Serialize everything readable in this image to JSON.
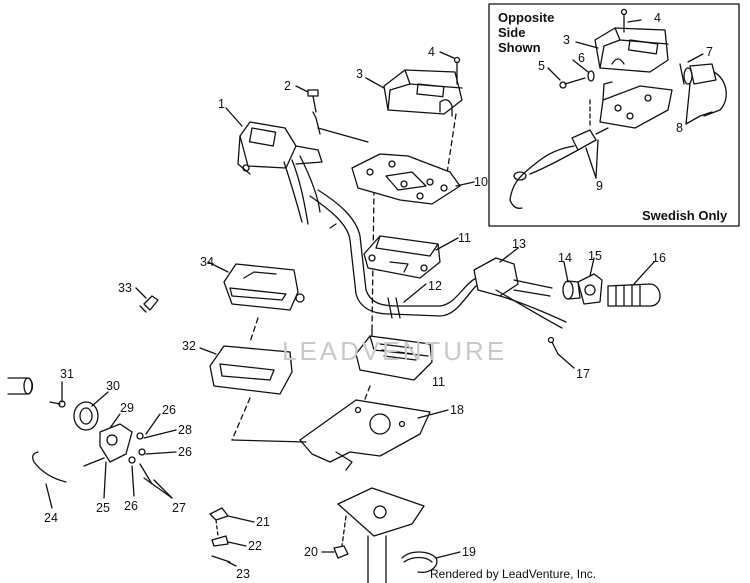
{
  "inset": {
    "title_lines": [
      "Opposite",
      "Side",
      "Shown"
    ],
    "footer": "Swedish Only"
  },
  "watermark": "LEADVENTURE",
  "credit": "Rendered by LeadVenture, Inc.",
  "callouts": [
    "1",
    "2",
    "3",
    "4",
    "10",
    "11",
    "12",
    "13",
    "14",
    "15",
    "16",
    "17",
    "18",
    "19",
    "20",
    "21",
    "22",
    "23",
    "24",
    "25",
    "26",
    "27",
    "28",
    "29",
    "30",
    "31",
    "32",
    "33",
    "34",
    "11b"
  ],
  "callout_text": {
    "1": "1",
    "2": "2",
    "3": "3",
    "4": "4",
    "10": "10",
    "11": "11",
    "11b": "11",
    "12": "12",
    "13": "13",
    "14": "14",
    "15": "15",
    "16": "16",
    "17": "17",
    "18": "18",
    "19": "19",
    "20": "20",
    "21": "21",
    "22": "22",
    "23": "23",
    "24": "24",
    "25": "25",
    "26a": "26",
    "26b": "26",
    "26c": "26",
    "27": "27",
    "28": "28",
    "29": "29",
    "30": "30",
    "31": "31",
    "32": "32",
    "33": "33",
    "34": "34",
    "i3": "3",
    "i4": "4",
    "i5": "5",
    "i6": "6",
    "i7": "7",
    "i8": "8",
    "i9": "9"
  }
}
